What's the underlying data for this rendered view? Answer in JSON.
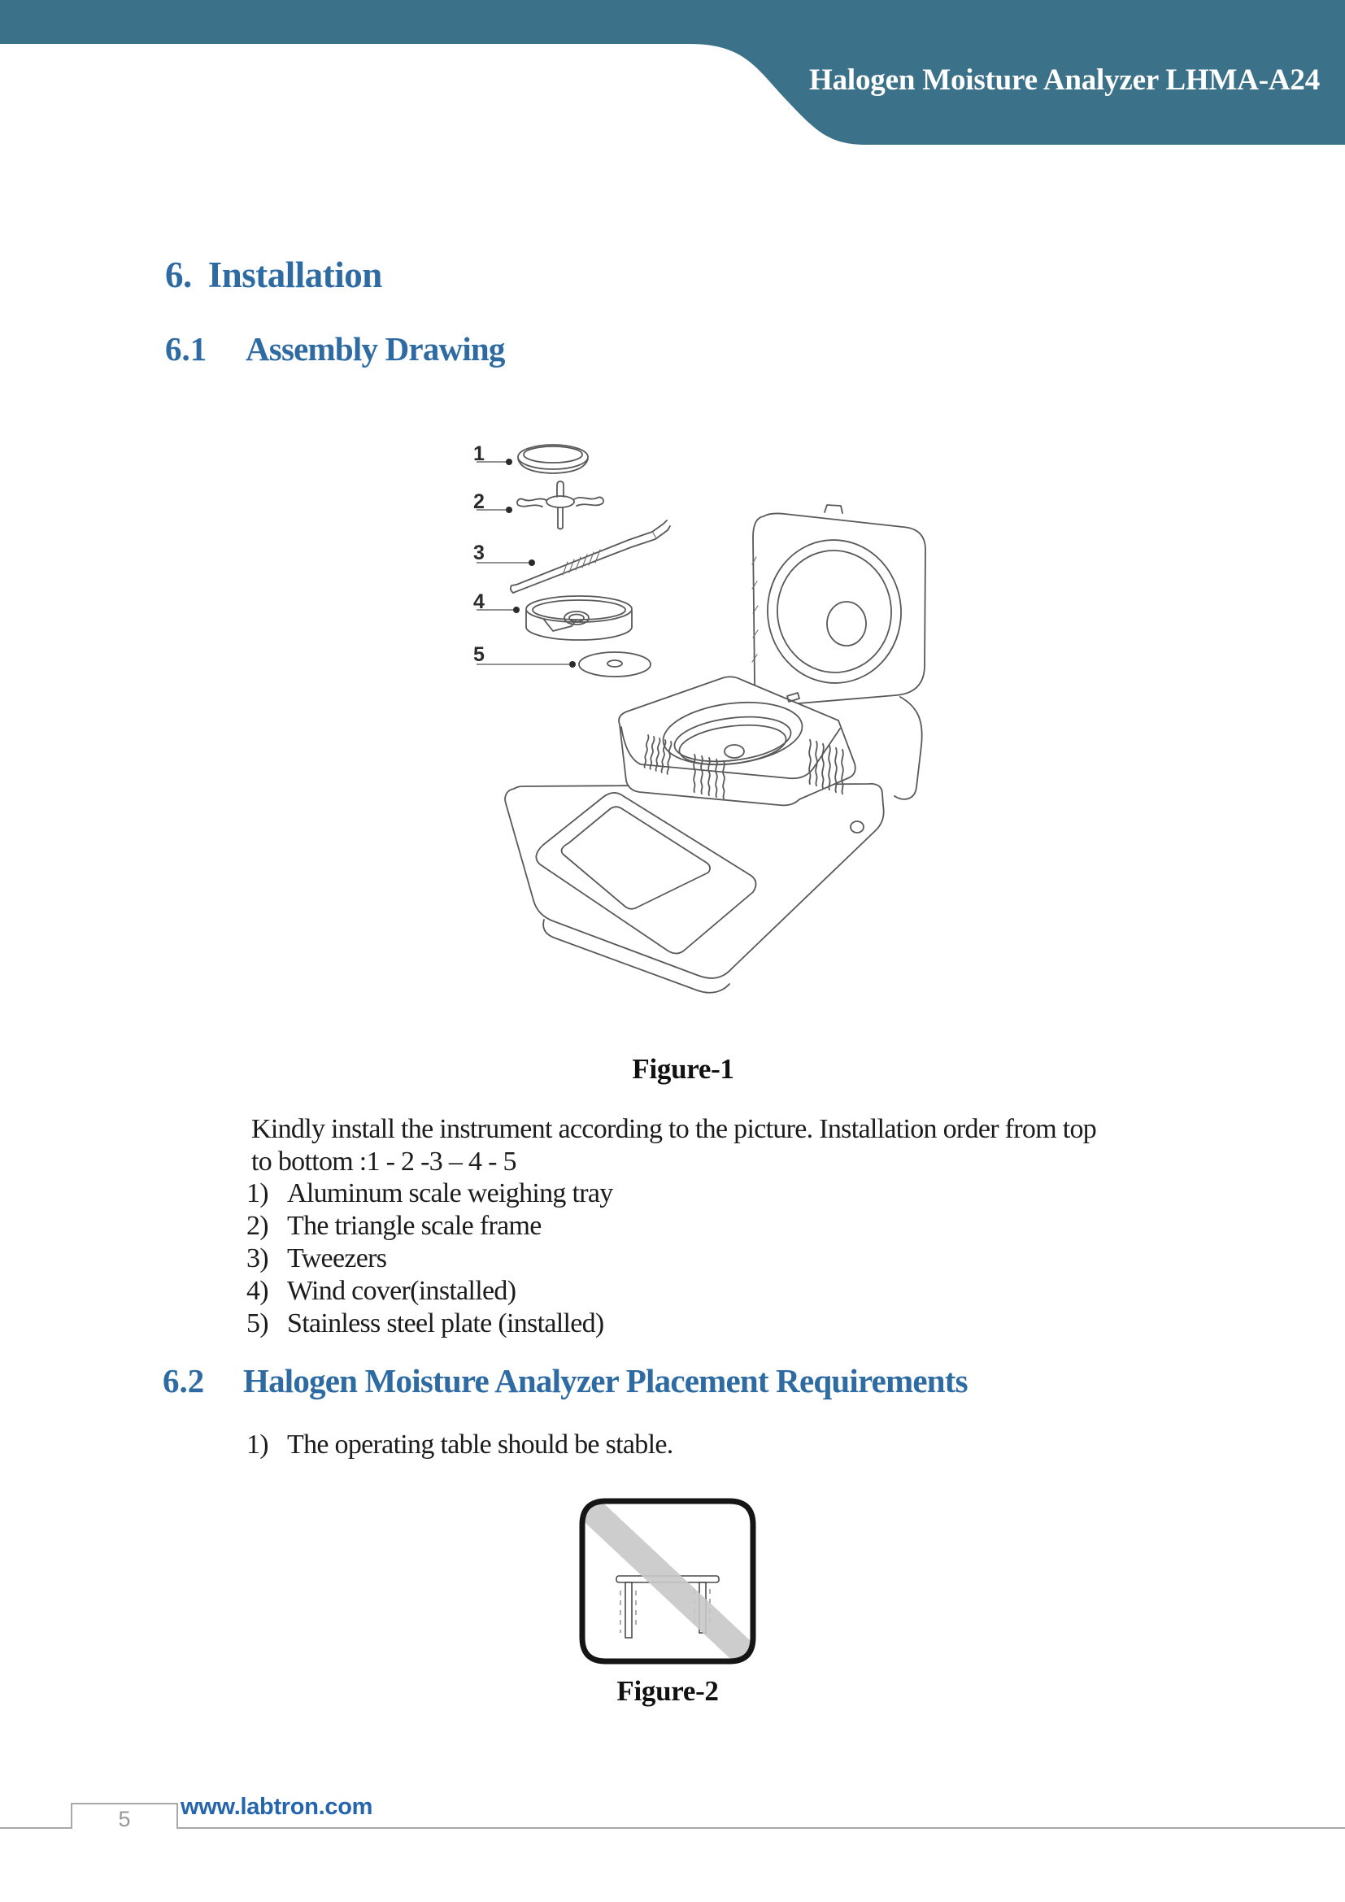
{
  "header": {
    "title": "Halogen Moisture Analyzer LHMA-A24"
  },
  "section6": {
    "number": "6.",
    "title": "Installation"
  },
  "section61": {
    "number": "6.1",
    "title": "Assembly Drawing"
  },
  "section62": {
    "number": "6.2",
    "title": "Halogen Moisture Analyzer Placement Requirements"
  },
  "figure1": {
    "caption": "Figure-1",
    "part_labels": [
      "1",
      "2",
      "3",
      "4",
      "5"
    ]
  },
  "assembly_intro": {
    "line1": "Kindly install the instrument according to the picture. Installation order from top",
    "line2": "to bottom :1 - 2 -3 – 4 - 5"
  },
  "parts_list": [
    {
      "num": "1)",
      "label": "Aluminum scale weighing tray"
    },
    {
      "num": "2)",
      "label": "The triangle scale frame"
    },
    {
      "num": "3)",
      "label": "Tweezers"
    },
    {
      "num": "4)",
      "label": "Wind cover(installed)"
    },
    {
      "num": "5)",
      "label": "Stainless steel plate (installed)"
    }
  ],
  "placement_list": [
    {
      "num": "1)",
      "label": "The operating table should be stable."
    }
  ],
  "figure2": {
    "caption": "Figure-2"
  },
  "footer": {
    "page_number": "5",
    "website": "www.labtron.com"
  },
  "colors": {
    "banner_teal": "#3c7289",
    "heading_blue": "#2e6ba3",
    "link_blue": "#2565ad",
    "footer_gray": "#a8a8a8"
  }
}
